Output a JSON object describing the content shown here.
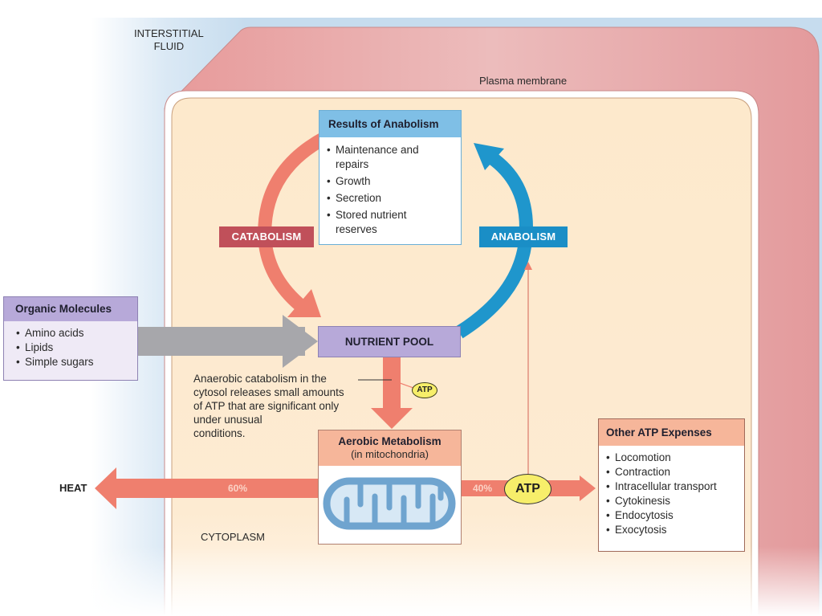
{
  "regions": {
    "interstitial_fluid": "INTERSTITIAL\nFLUID",
    "interstitial_line1": "INTERSTITIAL",
    "interstitial_line2": "FLUID",
    "plasma_membrane": "Plasma membrane",
    "cytoplasm": "CYTOPLASM"
  },
  "results_of_anabolism": {
    "title": "Results of Anabolism",
    "items": [
      "Maintenance and repairs",
      "Growth",
      "Secretion",
      "Stored nutrient reserves"
    ],
    "items_display": [
      [
        "Maintenance and",
        "repairs"
      ],
      [
        "Growth"
      ],
      [
        "Secretion"
      ],
      [
        "Stored nutrient",
        "reserves"
      ]
    ]
  },
  "cycle": {
    "catabolism": "CATABOLISM",
    "anabolism": "ANABOLISM"
  },
  "organic_molecules": {
    "title": "Organic Molecules",
    "items": [
      "Amino acids",
      "Lipids",
      "Simple sugars"
    ]
  },
  "nutrient_pool": "NUTRIENT POOL",
  "anaerobic_note": {
    "text": "Anaerobic catabolism in the cytosol releases small amounts of ATP that are significant only under unusual conditions.",
    "lines": [
      "Anaerobic catabolism in the",
      "cytosol releases small amounts",
      "of ATP that are significant only",
      "under unusual",
      "conditions."
    ]
  },
  "atp_small": "ATP",
  "aerobic": {
    "title": "Aerobic Metabolism",
    "subtitle": "(in mitochondria)"
  },
  "energy_split": {
    "heat_label": "HEAT",
    "heat_percent": "60%",
    "atp_percent": "40%",
    "atp_label": "ATP"
  },
  "other_atp_expenses": {
    "title": "Other ATP Expenses",
    "items": [
      "Locomotion",
      "Contraction",
      "Intracellular transport",
      "Cytokinesis",
      "Endocytosis",
      "Exocytosis"
    ]
  },
  "colors": {
    "catabolism": "#ef7f6e",
    "catabolism_tag": "#c0505a",
    "anabolism": "#1f96cc",
    "anabolism_tag": "#1a8ec6",
    "nutrient_pool": "#b7a9d9",
    "cytoplasm": "#fdebcf",
    "membrane": "#e9aeb0",
    "interstitial": "#bcd7ec",
    "atp": "#f7ee6a",
    "results_header": "#7fbfe6",
    "organic_header": "#b7a9d9",
    "expenses_header": "#f6b69a",
    "mitochondrion": "#6fa4cf"
  }
}
